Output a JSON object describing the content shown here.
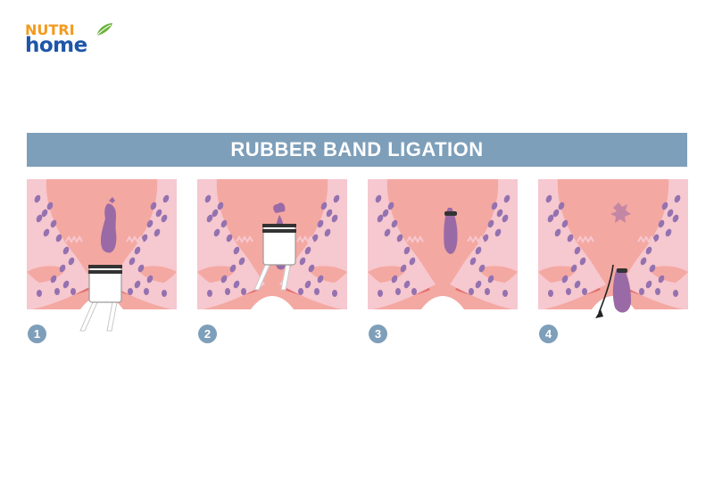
{
  "logo": {
    "top_text": "NUTRI",
    "bottom_text": "home",
    "brand_orange": "#f39a1e",
    "brand_blue": "#1e56a8",
    "leaf_color": "#6bb33a"
  },
  "banner": {
    "title": "RUBBER BAND LIGATION",
    "color": "#7e9fba"
  },
  "colors": {
    "tissue": "#f4a8a2",
    "wall": "#e3706e",
    "bone": "#f6c8cf",
    "cells": "#9472b0",
    "hemorrhoid": "#9a6aa6",
    "band": "#333333",
    "instrument": "#ffffff"
  },
  "steps": [
    {
      "number": "1",
      "icon": "ligator-inserted"
    },
    {
      "number": "2",
      "icon": "band-applied"
    },
    {
      "number": "3",
      "icon": "banded-hemorrhoid"
    },
    {
      "number": "4",
      "icon": "hemorrhoid-falls-off"
    }
  ]
}
